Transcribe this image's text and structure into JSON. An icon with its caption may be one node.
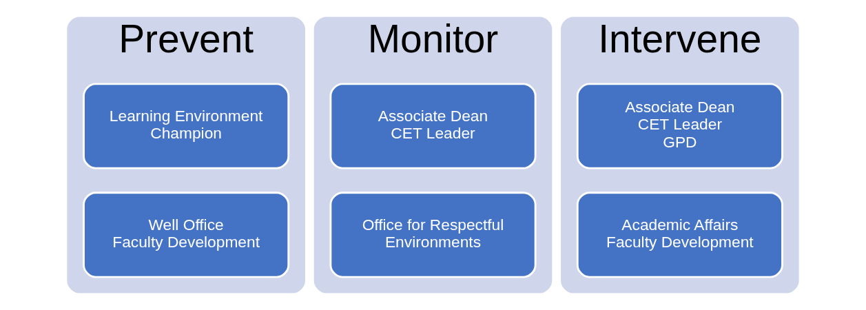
{
  "diagram": {
    "nodes": [
      {
        "text": [
          "Prevent"
        ]
      },
      {
        "text": [
          "Learning Environment Champion"
        ],
        "in": 0
      },
      {
        "text": [
          "Well Office",
          "Faculty Development"
        ],
        "in": 0
      },
      {
        "text": [
          "Monitor"
        ]
      },
      {
        "text": [
          "Associate Dean",
          "CET Leader"
        ],
        "in": 3
      },
      {
        "text": [
          "Office for Respectful Environments"
        ],
        "in": 3
      },
      {
        "text": [
          "Intervene"
        ]
      },
      {
        "text": [
          "Associate Dean",
          "CET Leader",
          "GPD"
        ],
        "in": 6
      },
      {
        "text": [
          "Academic Affairs",
          "Faculty Development"
        ],
        "in": 6
      }
    ],
    "edges": []
  }
}
